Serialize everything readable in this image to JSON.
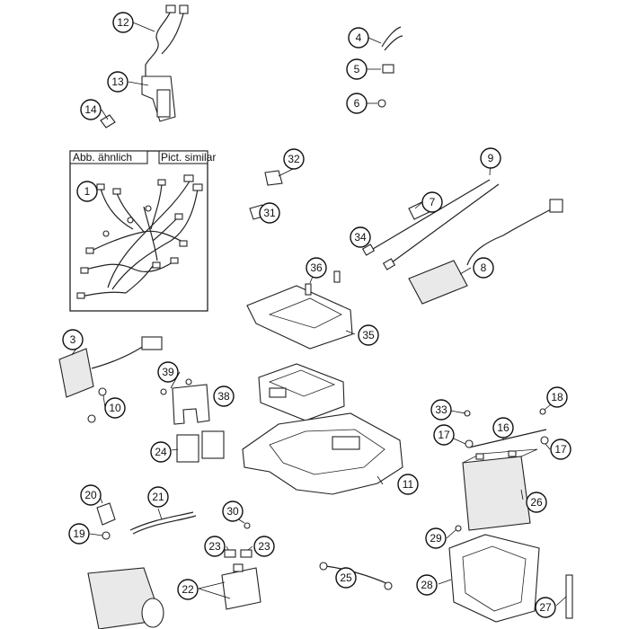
{
  "inset": {
    "label_left": "Abb. ähnlich",
    "label_right": "Pict. similar"
  },
  "callouts": [
    {
      "num": "1"
    },
    {
      "num": "3"
    },
    {
      "num": "4"
    },
    {
      "num": "5"
    },
    {
      "num": "6"
    },
    {
      "num": "7"
    },
    {
      "num": "8"
    },
    {
      "num": "9"
    },
    {
      "num": "10"
    },
    {
      "num": "11"
    },
    {
      "num": "12"
    },
    {
      "num": "13"
    },
    {
      "num": "14"
    },
    {
      "num": "16"
    },
    {
      "num": "17"
    },
    {
      "num": "17"
    },
    {
      "num": "18"
    },
    {
      "num": "19"
    },
    {
      "num": "20"
    },
    {
      "num": "21"
    },
    {
      "num": "22"
    },
    {
      "num": "23"
    },
    {
      "num": "23"
    },
    {
      "num": "24"
    },
    {
      "num": "25"
    },
    {
      "num": "26"
    },
    {
      "num": "27"
    },
    {
      "num": "28"
    },
    {
      "num": "29"
    },
    {
      "num": "30"
    },
    {
      "num": "31"
    },
    {
      "num": "32"
    },
    {
      "num": "33"
    },
    {
      "num": "34"
    },
    {
      "num": "35"
    },
    {
      "num": "36"
    },
    {
      "num": "38"
    },
    {
      "num": "39"
    }
  ]
}
